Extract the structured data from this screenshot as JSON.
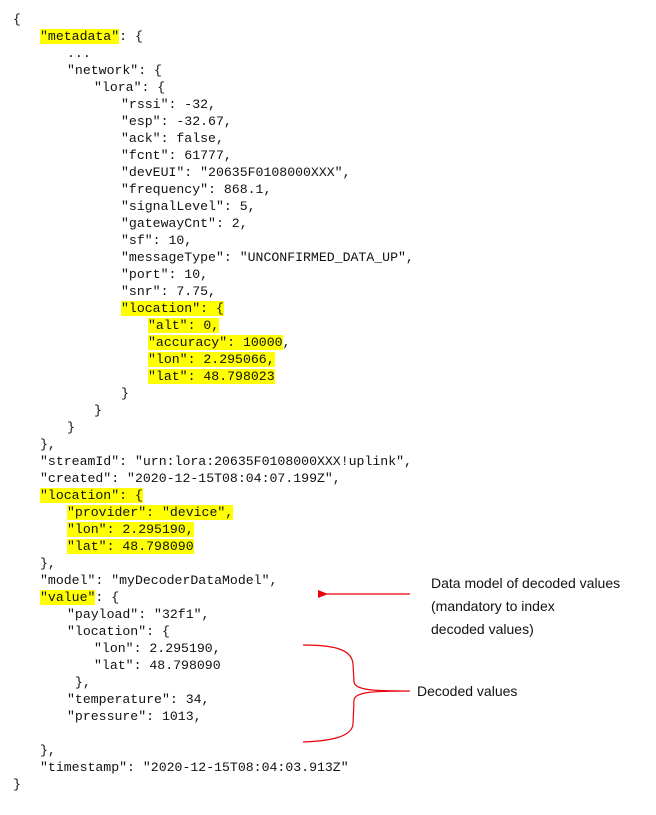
{
  "code": [
    {
      "text": "{"
    },
    {
      "indent": 1,
      "highlight": "\"metadata\"",
      "text": ": {"
    },
    {
      "indent": 2,
      "text": "..."
    },
    {
      "indent": 2,
      "text": "\"network\": {"
    },
    {
      "indent": 3,
      "text": "\"lora\": {"
    },
    {
      "indent": 4,
      "text": "\"rssi\": -32,"
    },
    {
      "indent": 4,
      "text": "\"esp\": -32.67,"
    },
    {
      "indent": 4,
      "text": "\"ack\": false,"
    },
    {
      "indent": 4,
      "text": "\"fcnt\": 61777,"
    },
    {
      "indent": 4,
      "text": "\"devEUI\": \"20635F0108000XXX\","
    },
    {
      "indent": 4,
      "text": "\"frequency\": 868.1,"
    },
    {
      "indent": 4,
      "text": "\"signalLevel\": 5,"
    },
    {
      "indent": 4,
      "text": "\"gatewayCnt\": 2,"
    },
    {
      "indent": 4,
      "text": "\"sf\": 10,"
    },
    {
      "indent": 4,
      "text": "\"messageType\": \"UNCONFIRMED_DATA_UP\","
    },
    {
      "indent": 4,
      "text": "\"port\": 10,"
    },
    {
      "indent": 4,
      "text": "\"snr\": 7.75,"
    },
    {
      "indent": 4,
      "highlight": "\"location\": {"
    },
    {
      "indent": 5,
      "highlight": "\"alt\": 0,"
    },
    {
      "indent": 5,
      "highlight": "\"accuracy\": 10000",
      "text": ","
    },
    {
      "indent": 5,
      "highlight": "\"lon\": 2.295066,"
    },
    {
      "indent": 5,
      "highlight": "\"lat\": 48.798023"
    },
    {
      "indent": 4,
      "text": "}"
    },
    {
      "indent": 3,
      "text": "}"
    },
    {
      "indent": 2,
      "text": "}"
    },
    {
      "indent": 1,
      "text": "},"
    },
    {
      "indent": 1,
      "text": "\"streamId\": \"urn:lora:20635F0108000XXX!uplink\","
    },
    {
      "indent": 1,
      "text": "\"created\": \"2020-12-15T08:04:07.199Z\","
    },
    {
      "indent": 1,
      "highlight": "\"location\": {"
    },
    {
      "indent": 2,
      "highlight": "\"provider\": \"device\","
    },
    {
      "indent": 2,
      "highlight": "\"lon\": 2.295190,"
    },
    {
      "indent": 2,
      "highlight": "\"lat\": 48.798090"
    },
    {
      "indent": 1,
      "text": "},"
    },
    {
      "indent": 1,
      "text": "\"model\": \"myDecoderDataModel\","
    },
    {
      "indent": 1,
      "highlight": "\"value\"",
      "text": ": {"
    },
    {
      "indent": 2,
      "text": "\"payload\": \"32f1\","
    },
    {
      "indent": 2,
      "text": "\"location\": {"
    },
    {
      "indent": 3,
      "text": "\"lon\": 2.295190,"
    },
    {
      "indent": 3,
      "text": "\"lat\": 48.798090"
    },
    {
      "indent": 2,
      "text": " },"
    },
    {
      "indent": 2,
      "text": "\"temperature\": 34,"
    },
    {
      "indent": 2,
      "text": "\"pressure\": 1013,"
    },
    {
      "indent": 0,
      "text": ""
    },
    {
      "indent": 1,
      "text": "},"
    },
    {
      "indent": 1,
      "text": "\"timestamp\": \"2020-12-15T08:04:03.913Z\""
    },
    {
      "text": "}"
    }
  ],
  "annotations": {
    "model_note": [
      "Data model of decoded values",
      "(mandatory to index",
      "decoded values)"
    ],
    "decoded_note": "Decoded values"
  },
  "colors": {
    "highlight": "#ffff00",
    "arrow": "#e8000b",
    "text": "#111111"
  }
}
